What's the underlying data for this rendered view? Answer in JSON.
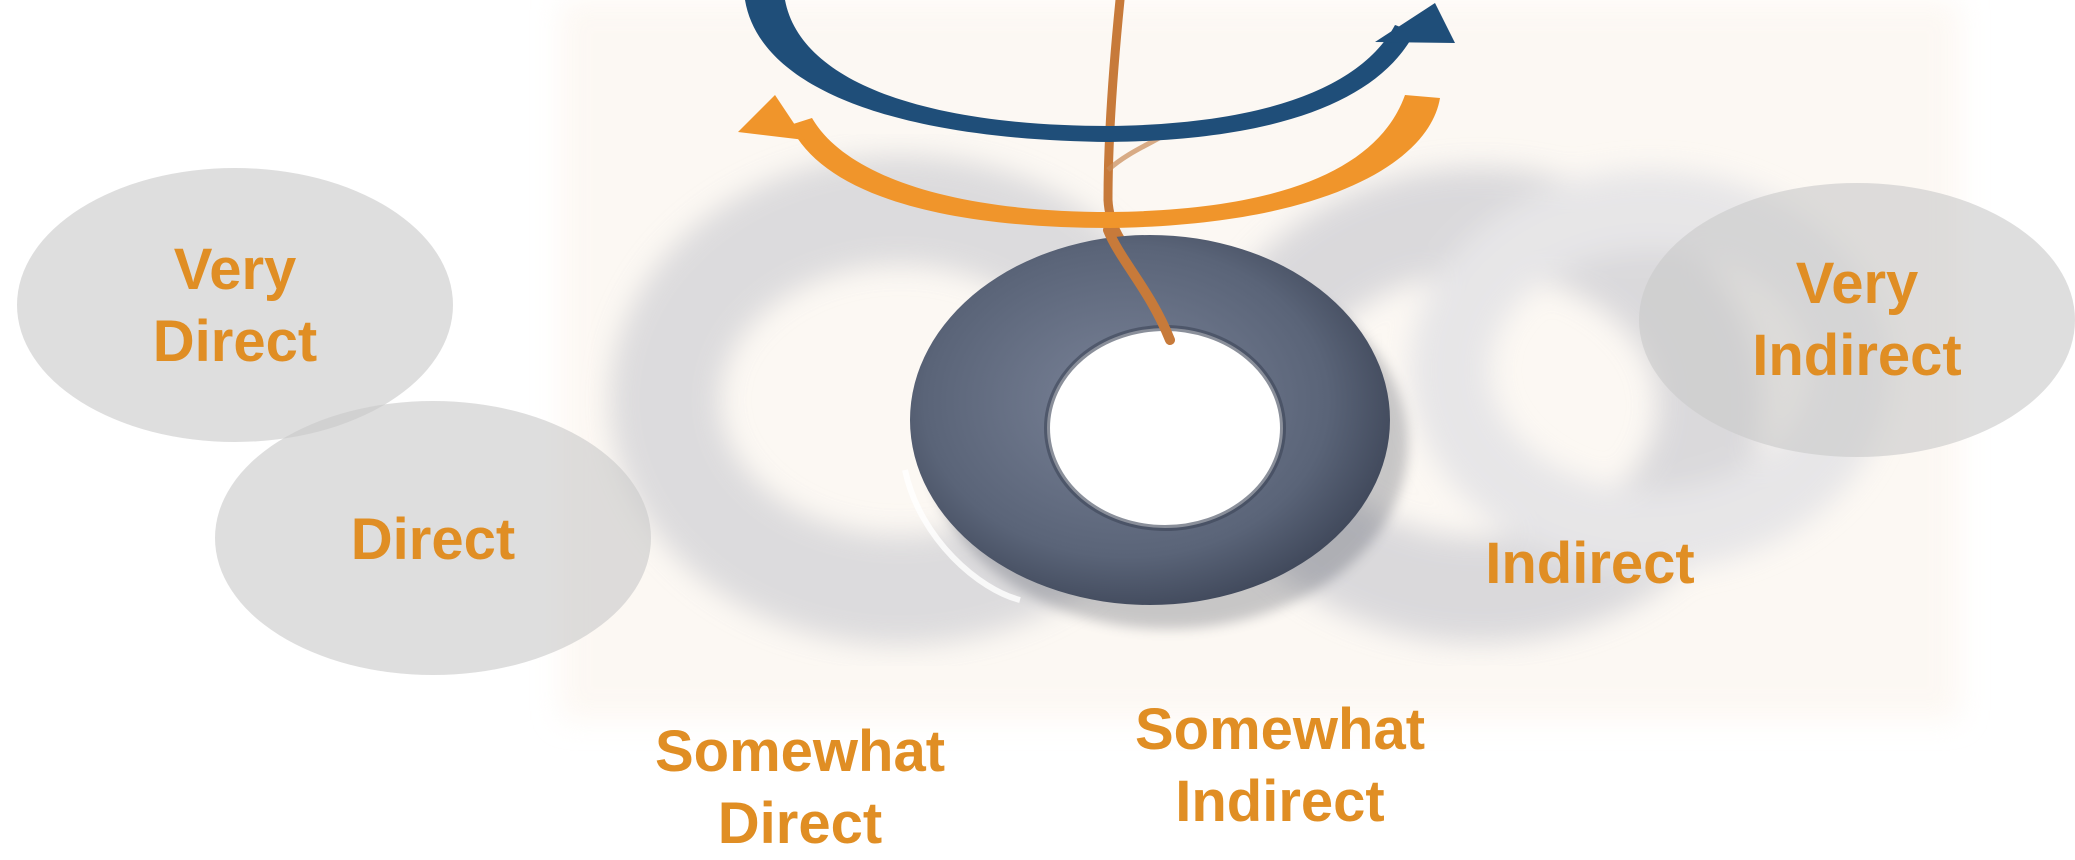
{
  "colors": {
    "label": "#e08e24",
    "ellipse": "#d6d6d6",
    "blue_arrow": "#1f4e79",
    "orange_arrow": "#f0952b",
    "washer": "#5a6478",
    "string": "#c77a3a"
  },
  "labels": {
    "very_direct": [
      "Very",
      "Direct"
    ],
    "direct": "Direct",
    "somewhat_direct": [
      "Somewhat",
      "Direct"
    ],
    "somewhat_indirect": [
      "Somewhat",
      "Indirect"
    ],
    "indirect": "Indirect",
    "very_indirect": [
      "Very",
      "Indirect"
    ]
  }
}
